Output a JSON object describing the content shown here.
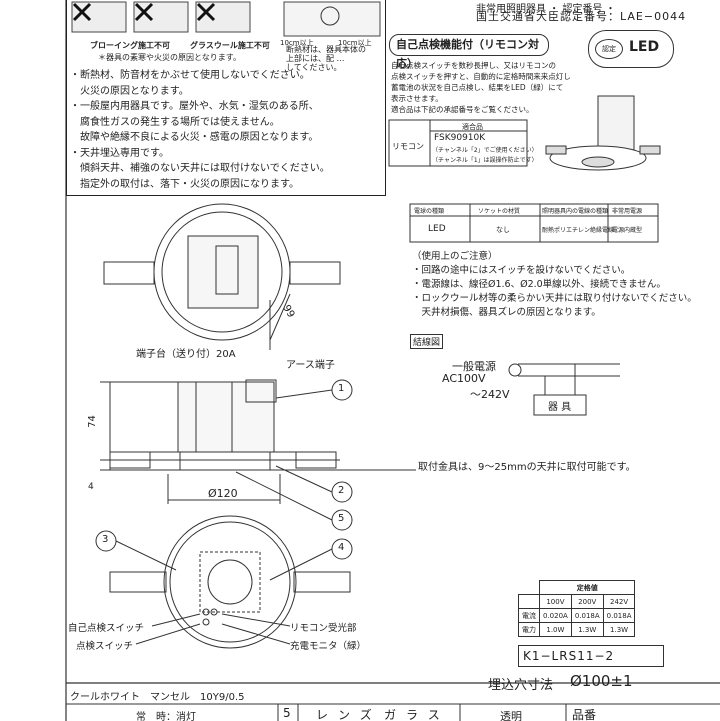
{
  "header": {
    "line1": "非常用照明器具 ・ 認定番号 ・",
    "line2": "国土交通省大臣認定番号：LAE−0044"
  },
  "warnings": {
    "labels": [
      "ブローイング施工不可",
      "グラスウール施工不可"
    ],
    "note": "＊器具の素寒や火災の原因となります。",
    "spacing_a": "10cm以上",
    "spacing_b": "10cm以上",
    "heat_note_1": "断熱材は、器具本体の",
    "heat_note_2": "上部には、配 …",
    "heat_note_3": "してください。",
    "items": [
      "・断熱材、防音材をかぶせて使用しないでください。",
      "　火災の原因となります。",
      "・一般屋内用器具です。屋外や、水気・湿気のある所、",
      "　腐食性ガスの発生する場所では使えません。",
      "　故障や絶縁不良による火災・感電の原因となります。",
      "・天井埋込専用です。",
      "　傾斜天井、補強のない天井には取付けないでください。",
      "　指定外の取付は、落下・火災の原因になります。"
    ]
  },
  "selfcheck": {
    "title": "自己点検機能付（リモコン対応）",
    "desc": [
      "自己点検スイッチを数秒長押し、又はリモコンの",
      "点検スイッチを押すと、自動的に定格時間来来点灯し",
      "蓄電池の状況を自己点検し、結果をLED（緑）にて",
      "表示させます。",
      "適合品は下記の承認番号をご覧ください。"
    ],
    "remote_label": "リモコン",
    "remote_header": "適合品",
    "remote_model": "FSK90910K",
    "remote_note_1": "（チャンネル「2」でご使用ください）",
    "remote_note_2": "（チャンネル「1」は誤操作防止です）"
  },
  "badge": {
    "mark": "認定",
    "text": "LED"
  },
  "lamp_table": {
    "headers": [
      "電球の種類",
      "ソケットの材質",
      "照明器具内の電線の種類",
      "非常用電源"
    ],
    "row": [
      "LED",
      "なし",
      "耐熱ポリエチレン絶縁電線",
      "電源内蔵型"
    ]
  },
  "notes": {
    "title": "（使用上のご注意）",
    "items": [
      "・回路の途中にはスイッチを設けないでください。",
      "・電源線は、線径Ø1.6、Ø2.0単線以外、接続できません。",
      "・ロックウール材等の柔らかい天井には取り付けないでください。",
      "　天井材損傷、器具ズレの原因となります。"
    ]
  },
  "wiring": {
    "title": "結線図",
    "source": "一般電源",
    "ac": "AC100V",
    "range": "〜242V",
    "device": "器 具"
  },
  "drawing": {
    "terminal": "端子台（送り付）20A",
    "ground": "アース端子",
    "dim_99": "99",
    "dim_74": "74",
    "dim_4": "4",
    "dim_120": "Ø120",
    "mount_note": "取付金具は、9〜25mmの天井に取付可能です。",
    "callouts": [
      "1",
      "2",
      "5",
      "3",
      "4"
    ],
    "selfcheck_switch": "自己点検スイッチ",
    "check_switch": "点検スイッチ",
    "remote_receiver": "リモコン受光部",
    "charge_monitor": "充電モニタ（緑）"
  },
  "rating": {
    "title": "定格値",
    "cols": [
      "",
      "100V",
      "200V",
      "242V"
    ],
    "rows": [
      [
        "電流",
        "0.020A",
        "0.018A",
        "0.018A"
      ],
      [
        "電力",
        "1.0W",
        "1.3W",
        "1.3W"
      ]
    ]
  },
  "model": "K1−LRS11−2",
  "cutout": {
    "label": "埋込穴寸法",
    "value": "Ø100±1"
  },
  "footer": {
    "color": "クールホワイト　マンセル　10Y9/0.5",
    "mode": "常　時：消灯",
    "num": "5",
    "lens": "レンズ",
    "glass": "ガラス",
    "clear": "透明",
    "part": "品番"
  }
}
